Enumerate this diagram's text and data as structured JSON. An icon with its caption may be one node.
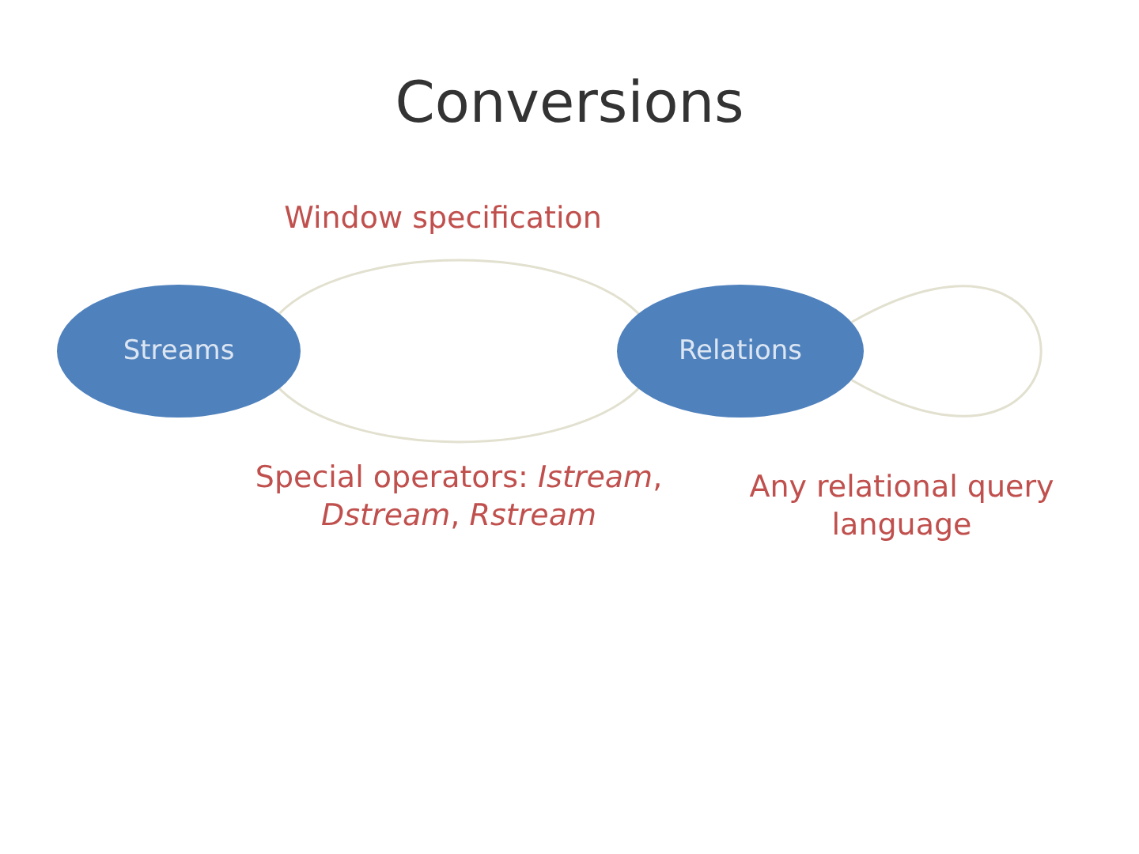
{
  "diagram": {
    "title": "Conversions",
    "nodes": [
      {
        "text": [
          "Streams"
        ]
      },
      {
        "text": [
          "Relations"
        ]
      }
    ],
    "edges": [
      {
        "from": 0,
        "to": 1,
        "arrow": "none",
        "label": "Window specification"
      },
      {
        "from": 1,
        "to": 0,
        "arrow": "none",
        "label": "Special operators: *Istream*, *Dstream*, *Rstream*"
      },
      {
        "from": 1,
        "to": 1,
        "arrow": "none",
        "label": "Any relational query language"
      }
    ]
  }
}
